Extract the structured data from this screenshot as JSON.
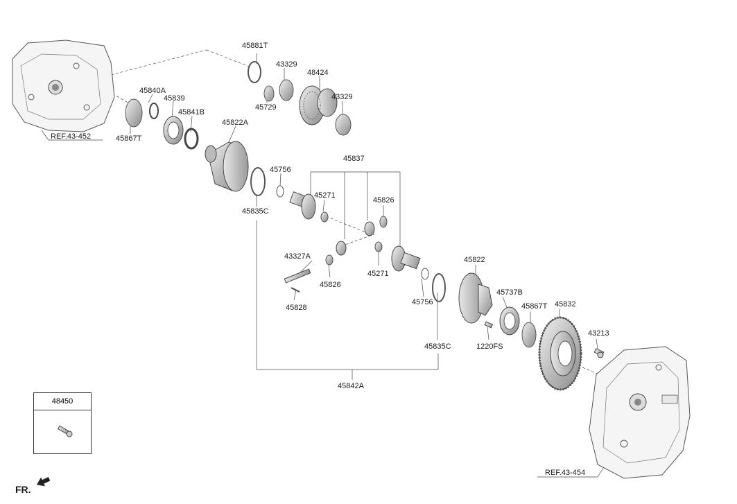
{
  "diagram": {
    "parts": {
      "p45881T": "45881T",
      "p43329a": "43329",
      "p48424": "48424",
      "p43329b": "43329",
      "p45840A": "45840A",
      "p45839": "45839",
      "p45841B": "45841B",
      "p45729": "45729",
      "p45867Ta": "45867T",
      "p45822A": "45822A",
      "p45837": "45837",
      "p45756a": "45756",
      "p45271a": "45271",
      "p45826a": "45826",
      "p45835Ca": "45835C",
      "p43327A": "43327A",
      "p45826b": "45826",
      "p45271b": "45271",
      "p45828": "45828",
      "p45822": "45822",
      "p45756b": "45756",
      "p45737B": "45737B",
      "p45867Tb": "45867T",
      "p45832": "45832",
      "p43213": "43213",
      "p1220FS": "1220FS",
      "p45835Cb": "45835C",
      "p45842A": "45842A"
    },
    "refs": {
      "ref_top": "REF.43-452",
      "ref_bottom": "REF.43-454"
    },
    "inset_box": {
      "part": "48450"
    },
    "direction": {
      "label": "FR."
    }
  }
}
